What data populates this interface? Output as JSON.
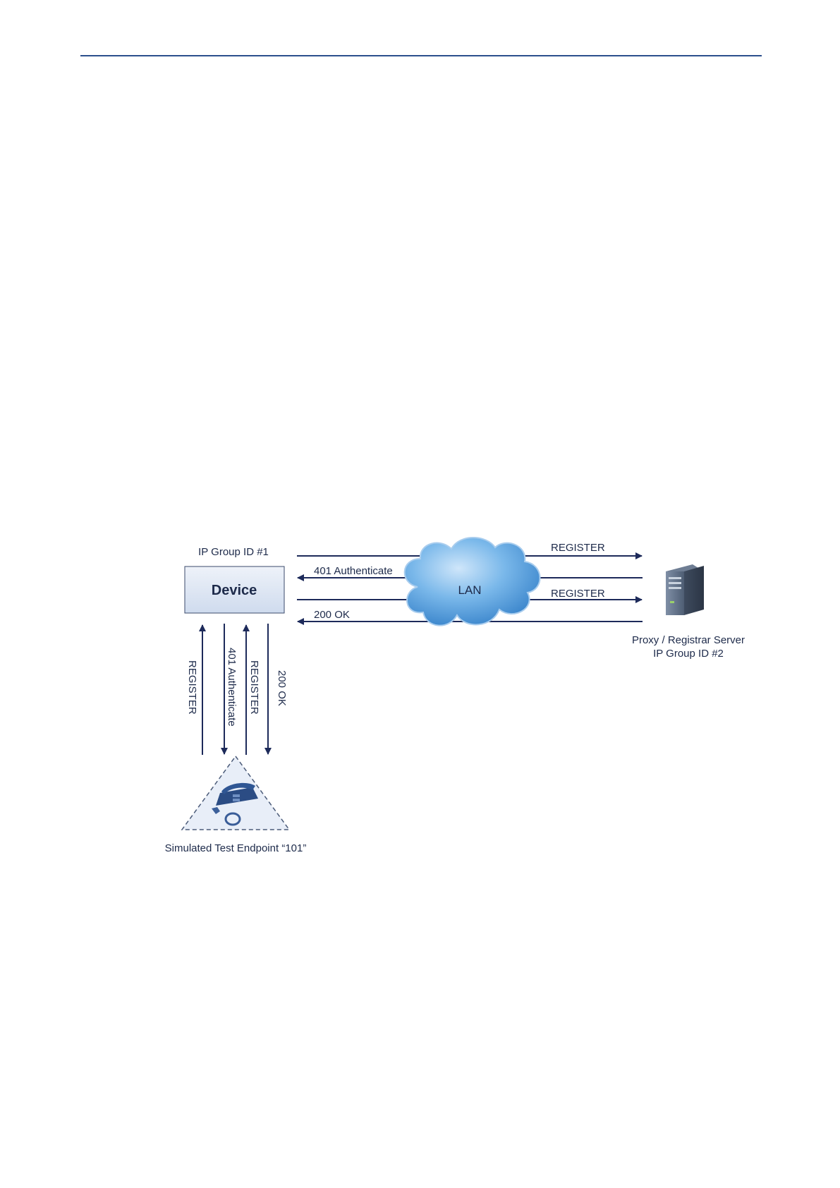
{
  "diagram": {
    "device": {
      "label": "Device",
      "group_label": "IP Group ID #1"
    },
    "cloud": {
      "label": "LAN"
    },
    "server": {
      "label_line1": "Proxy / Registrar Server",
      "label_line2": "IP Group ID #2",
      "icon": "server-icon"
    },
    "endpoint": {
      "label": "Simulated Test Endpoint “101”",
      "icon": "telephone-icon"
    },
    "horizontal_messages": [
      {
        "label": "REGISTER",
        "direction": "to-server"
      },
      {
        "label": "401 Authenticate",
        "direction": "to-device"
      },
      {
        "label": "REGISTER",
        "direction": "to-server"
      },
      {
        "label": "200 OK",
        "direction": "to-device"
      }
    ],
    "vertical_messages": [
      {
        "label": "REGISTER",
        "direction": "up"
      },
      {
        "label": "401 Authenticate",
        "direction": "down"
      },
      {
        "label": "REGISTER",
        "direction": "up"
      },
      {
        "label": "200 OK",
        "direction": "down"
      }
    ],
    "colors": {
      "arrow": "#1d2a5a",
      "rule": "#2c4f8c",
      "cloud": "#4b95d6",
      "device_fill": "#dde6f3"
    }
  }
}
